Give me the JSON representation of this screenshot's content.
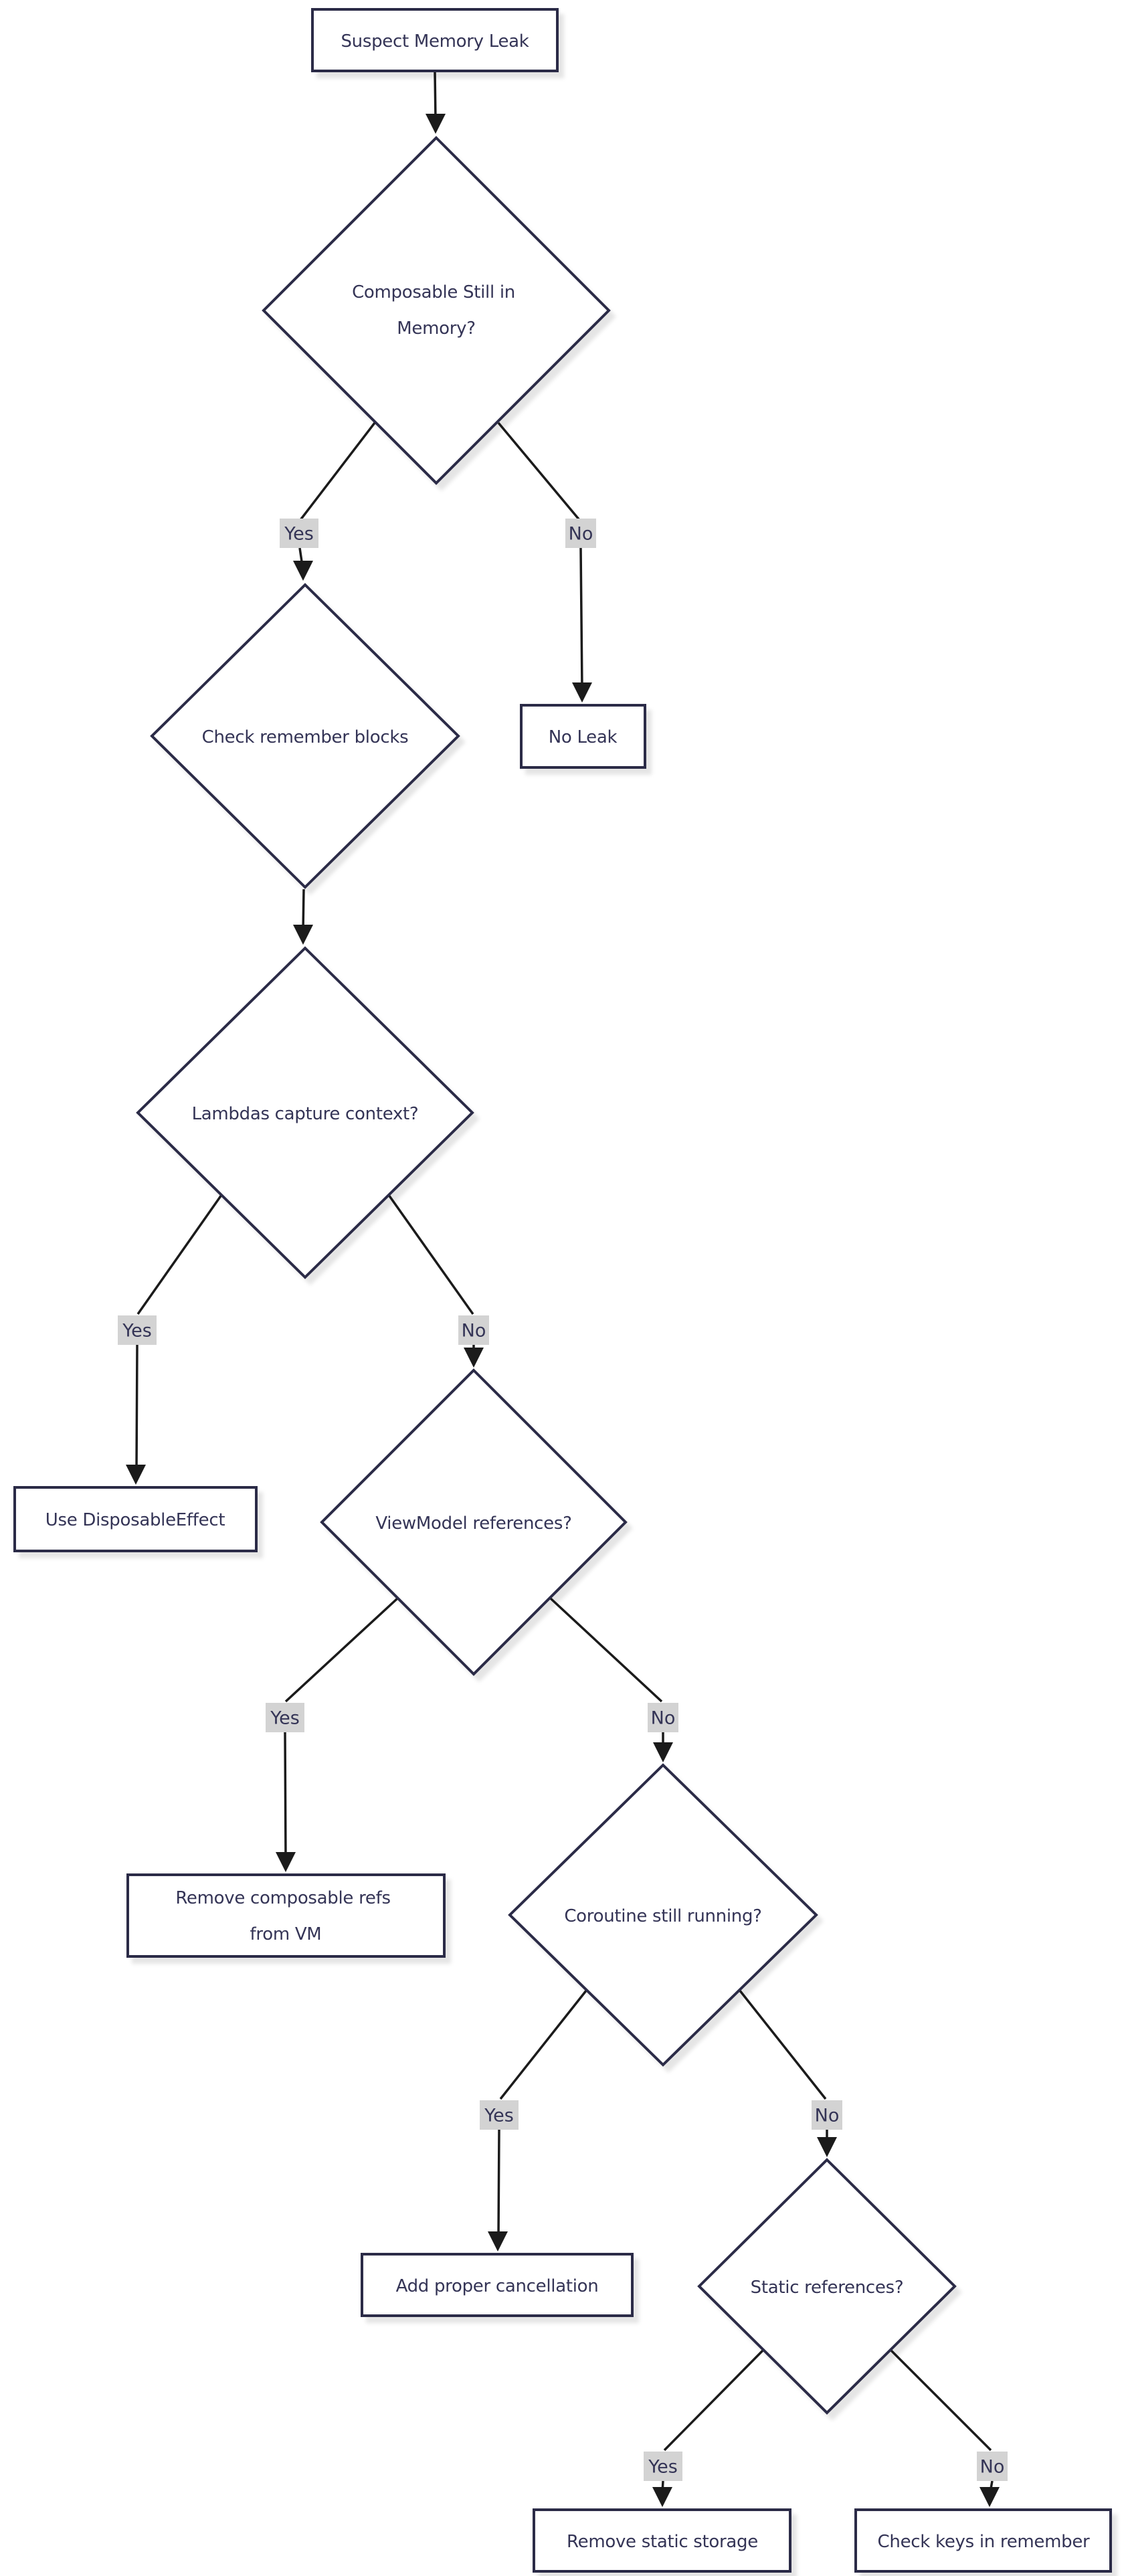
{
  "diagram": {
    "type": "flowchart",
    "direction": "top-down",
    "colors": {
      "background": "#ffffff",
      "node_fill": "#ffffff",
      "node_border": "#2b2b47",
      "node_text": "#343456",
      "edge_line": "#1b1b1b",
      "edge_label_bg": "#d3d3d3",
      "edge_label_text": "#343456"
    },
    "nodes": {
      "start": {
        "shape": "rectangle",
        "label": "Suspect Memory Leak"
      },
      "composable_in_memory": {
        "shape": "diamond",
        "label": "Composable Still in Memory?",
        "label_line1": "Composable Still in",
        "label_line2": "Memory?"
      },
      "check_remember": {
        "shape": "diamond",
        "label": "Check remember blocks"
      },
      "no_leak": {
        "shape": "rectangle",
        "label": "No Leak"
      },
      "lambdas_capture": {
        "shape": "diamond",
        "label": "Lambdas capture context?"
      },
      "use_disposable_effect": {
        "shape": "rectangle",
        "label": "Use DisposableEffect"
      },
      "viewmodel_references": {
        "shape": "diamond",
        "label": "ViewModel references?"
      },
      "remove_composable_refs": {
        "shape": "rectangle",
        "label": "Remove composable refs from VM",
        "label_line1": "Remove composable refs",
        "label_line2": "from VM"
      },
      "coroutine_running": {
        "shape": "diamond",
        "label": "Coroutine still running?"
      },
      "add_cancellation": {
        "shape": "rectangle",
        "label": "Add proper cancellation"
      },
      "static_references": {
        "shape": "diamond",
        "label": "Static references?"
      },
      "remove_static_storage": {
        "shape": "rectangle",
        "label": "Remove static storage"
      },
      "check_keys_remember": {
        "shape": "rectangle",
        "label": "Check keys in remember"
      }
    },
    "edges": [
      {
        "from": "start",
        "to": "composable_in_memory",
        "label": ""
      },
      {
        "from": "composable_in_memory",
        "to": "check_remember",
        "label": "Yes"
      },
      {
        "from": "composable_in_memory",
        "to": "no_leak",
        "label": "No"
      },
      {
        "from": "check_remember",
        "to": "lambdas_capture",
        "label": ""
      },
      {
        "from": "lambdas_capture",
        "to": "use_disposable_effect",
        "label": "Yes"
      },
      {
        "from": "lambdas_capture",
        "to": "viewmodel_references",
        "label": "No"
      },
      {
        "from": "viewmodel_references",
        "to": "remove_composable_refs",
        "label": "Yes"
      },
      {
        "from": "viewmodel_references",
        "to": "coroutine_running",
        "label": "No"
      },
      {
        "from": "coroutine_running",
        "to": "add_cancellation",
        "label": "Yes"
      },
      {
        "from": "coroutine_running",
        "to": "static_references",
        "label": "No"
      },
      {
        "from": "static_references",
        "to": "remove_static_storage",
        "label": "Yes"
      },
      {
        "from": "static_references",
        "to": "check_keys_remember",
        "label": "No"
      }
    ]
  }
}
